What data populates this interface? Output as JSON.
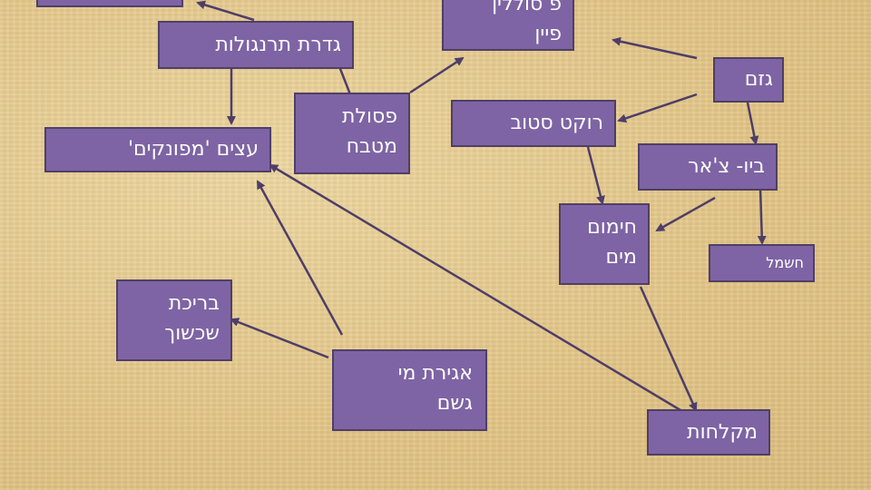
{
  "colors": {
    "node_fill": "#7e64a4",
    "node_border": "#4f3f66",
    "arrow": "#4e3e68",
    "text": "#ffffff"
  },
  "nodes": {
    "top_left": "",
    "fence": "גדרת תרנגולות",
    "pine_1": "פ סוללין",
    "pine_2": "פיין",
    "garden_waste": "גזם",
    "kitchen_1": "פסולת",
    "kitchen_2": "מטבח",
    "rocket": "רוקט סטוב",
    "wood": "עצים 'מפונקים'",
    "biochar": "ביו- צ'אר",
    "heating_1": "חימום",
    "heating_2": "מים",
    "electricity": "חשמל",
    "pool_1": "בריכת",
    "pool_2": "שכשוך",
    "rain_1": "אגירת מי",
    "rain_2": "גשם",
    "showers": "מקלחות"
  }
}
